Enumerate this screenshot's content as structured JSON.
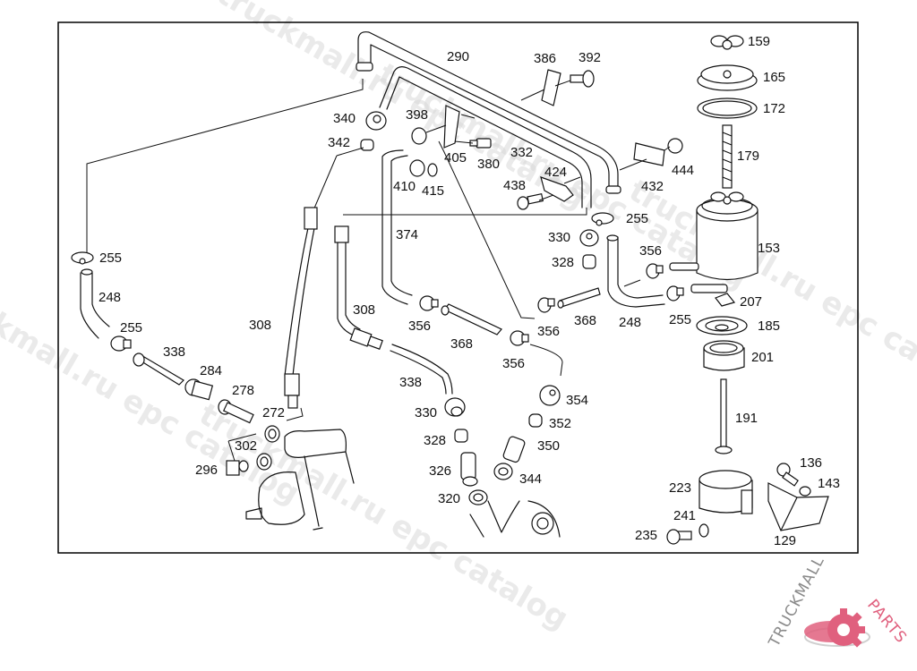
{
  "diagram": {
    "title": "Fuel filter and fuel lines assembly (parts diagram)",
    "callouts": [
      {
        "id": "c290",
        "label": "290"
      },
      {
        "id": "c386",
        "label": "386"
      },
      {
        "id": "c392",
        "label": "392"
      },
      {
        "id": "c159",
        "label": "159"
      },
      {
        "id": "c165",
        "label": "165"
      },
      {
        "id": "c172",
        "label": "172"
      },
      {
        "id": "c179",
        "label": "179"
      },
      {
        "id": "c340",
        "label": "340"
      },
      {
        "id": "c342",
        "label": "342"
      },
      {
        "id": "c398",
        "label": "398"
      },
      {
        "id": "c405",
        "label": "405"
      },
      {
        "id": "c380",
        "label": "380"
      },
      {
        "id": "c332",
        "label": "332"
      },
      {
        "id": "c410",
        "label": "410"
      },
      {
        "id": "c415",
        "label": "415"
      },
      {
        "id": "c424",
        "label": "424"
      },
      {
        "id": "c438",
        "label": "438"
      },
      {
        "id": "c432",
        "label": "432"
      },
      {
        "id": "c444",
        "label": "444"
      },
      {
        "id": "c255a",
        "label": "255"
      },
      {
        "id": "c255b",
        "label": "255"
      },
      {
        "id": "c255c",
        "label": "255"
      },
      {
        "id": "c255d",
        "label": "255"
      },
      {
        "id": "c374",
        "label": "374"
      },
      {
        "id": "c330a",
        "label": "330"
      },
      {
        "id": "c328a",
        "label": "328"
      },
      {
        "id": "c356a",
        "label": "356"
      },
      {
        "id": "c153",
        "label": "153"
      },
      {
        "id": "c248a",
        "label": "248"
      },
      {
        "id": "c248b",
        "label": "248"
      },
      {
        "id": "c207",
        "label": "207"
      },
      {
        "id": "c185",
        "label": "185"
      },
      {
        "id": "c201",
        "label": "201"
      },
      {
        "id": "c191",
        "label": "191"
      },
      {
        "id": "c368a",
        "label": "368"
      },
      {
        "id": "c368b",
        "label": "368"
      },
      {
        "id": "c356b",
        "label": "356"
      },
      {
        "id": "c356c",
        "label": "356"
      },
      {
        "id": "c356d",
        "label": "356"
      },
      {
        "id": "c308a",
        "label": "308"
      },
      {
        "id": "c308b",
        "label": "308"
      },
      {
        "id": "c338a",
        "label": "338"
      },
      {
        "id": "c338b",
        "label": "338"
      },
      {
        "id": "c284",
        "label": "284"
      },
      {
        "id": "c278",
        "label": "278"
      },
      {
        "id": "c272",
        "label": "272"
      },
      {
        "id": "c302",
        "label": "302"
      },
      {
        "id": "c296",
        "label": "296"
      },
      {
        "id": "c354",
        "label": "354"
      },
      {
        "id": "c352",
        "label": "352"
      },
      {
        "id": "c350",
        "label": "350"
      },
      {
        "id": "c330b",
        "label": "330"
      },
      {
        "id": "c328b",
        "label": "328"
      },
      {
        "id": "c326",
        "label": "326"
      },
      {
        "id": "c320",
        "label": "320"
      },
      {
        "id": "c344",
        "label": "344"
      },
      {
        "id": "c136",
        "label": "136"
      },
      {
        "id": "c143",
        "label": "143"
      },
      {
        "id": "c223",
        "label": "223"
      },
      {
        "id": "c241",
        "label": "241"
      },
      {
        "id": "c235",
        "label": "235"
      },
      {
        "id": "c129",
        "label": "129"
      }
    ]
  },
  "watermarks": [
    "truckmall.ru epc catalog",
    "truckmall.ru epc catalog",
    "truckmall.ru epc catalog",
    "truckmall.ru epc catalog",
    "truckmall.ru epc catalog"
  ],
  "logo": {
    "text_grey": "TRUCKMALL",
    "text_pink": "PARTS",
    "accent_color": "#e0607e",
    "grey_color": "#8a8a8a"
  }
}
